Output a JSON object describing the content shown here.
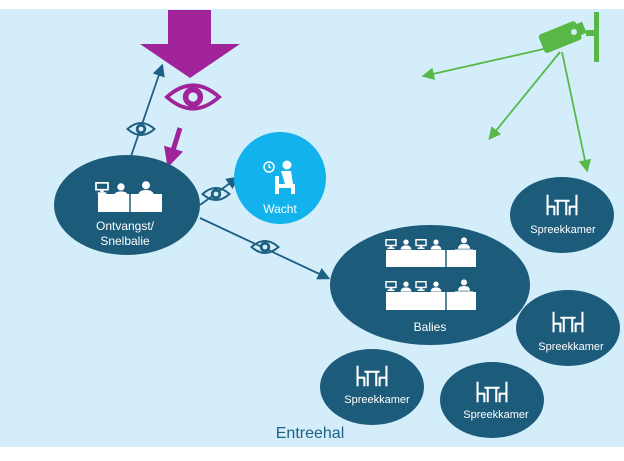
{
  "colors": {
    "background": "#d3eefa",
    "node": "#1c5b7a",
    "wacht": "#12b3ec",
    "arrow_blue": "#1e5f82",
    "entry_arrow": "#a1239a",
    "camera": "#58b847",
    "caption": "#1f5f85"
  },
  "nodes": {
    "ontvangst": {
      "line1": "Ontvangst/",
      "line2": "Snelbalie"
    },
    "wacht": {
      "label": "Wacht"
    },
    "balies": {
      "label": "Balies"
    },
    "spreekkamers": [
      "Spreekkamer",
      "Spreekkamer",
      "Spreekkamer",
      "Spreekkamer"
    ]
  },
  "caption": "Entreehal",
  "icons": [
    "entry-arrow-icon",
    "eye-icon",
    "camera-icon",
    "desk-icon",
    "waiting-chair-icon",
    "clock-icon",
    "meeting-table-icon"
  ]
}
